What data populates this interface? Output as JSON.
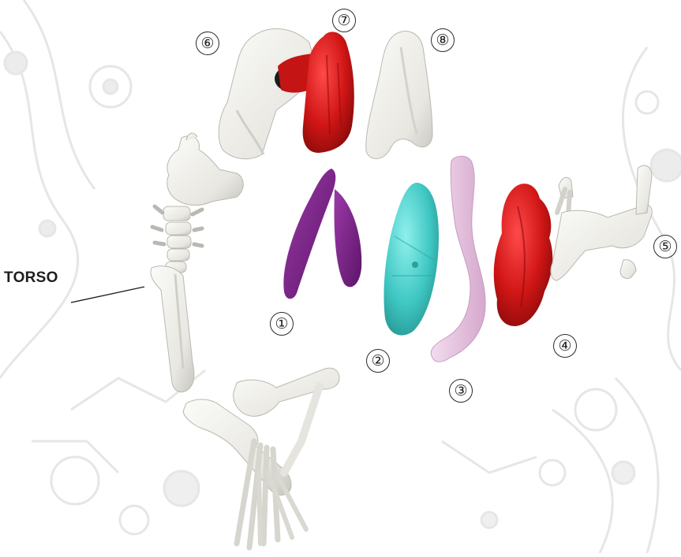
{
  "labels": {
    "torso": "TORSO",
    "markers": [
      "①",
      "②",
      "③",
      "④",
      "⑤",
      "⑥",
      "⑦",
      "⑧"
    ]
  },
  "parts": [
    {
      "marker": "①",
      "icon": "purple-lobed-organ",
      "color": "#7a1f86"
    },
    {
      "marker": "②",
      "icon": "teal-oval-organ",
      "color": "#3fc7c3"
    },
    {
      "marker": "③",
      "icon": "pink-tube-organ",
      "color": "#e6c3df"
    },
    {
      "marker": "④",
      "icon": "red-heart-organ",
      "color": "#cc1c1c"
    },
    {
      "marker": "⑤",
      "icon": "white-pelvis-bone",
      "color": "#f1f0eb"
    },
    {
      "marker": "⑥",
      "icon": "white-shell-plate",
      "color": "#f1f0eb"
    },
    {
      "marker": "⑦",
      "icon": "red-triangular-organ",
      "color": "#d31818"
    },
    {
      "marker": "⑧",
      "icon": "white-tent-plate",
      "color": "#f1f0eb"
    }
  ],
  "colors": {
    "bone": "#eeede8",
    "bone_shade": "#c9c8c2",
    "background_pattern": "#e9e9e9"
  }
}
